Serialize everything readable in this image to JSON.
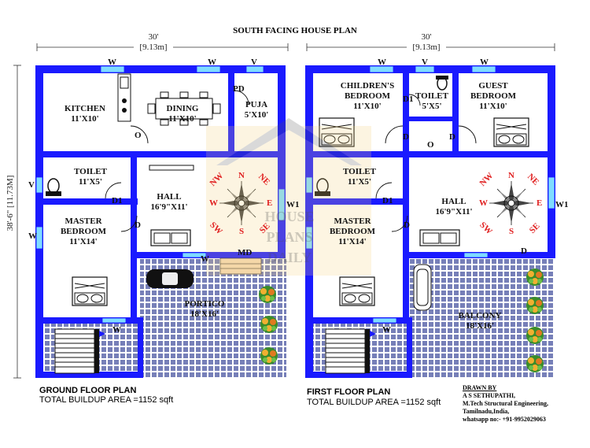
{
  "title": "SOUTH FACING HOUSE PLAN",
  "dims": {
    "width_ft": "30'",
    "width_m": "[9.13m]",
    "depth_ft": "38'-6\"",
    "depth_m": "[11.73M]"
  },
  "ground": {
    "name": "GROUND FLOOR PLAN",
    "area": "TOTAL BUILDUP AREA =1152 sqft",
    "rooms": {
      "kitchen": "KITCHEN",
      "kitchen_size": "11'X10'",
      "dining": "DINING",
      "dining_size": "11'X10'",
      "puja": "PUJA",
      "puja_size": "5'X10'",
      "toilet": "TOILET",
      "toilet_size": "11'X5'",
      "hall": "HALL",
      "hall_size": "16'9\"X11'",
      "master": "MASTER",
      "bedroom": "BEDROOM",
      "master_size": "11'X14'",
      "portico": "PORTICO",
      "portico_size": "18'X16'"
    }
  },
  "first": {
    "name": "FIRST FLOOR PLAN",
    "area": "TOTAL BUILDUP AREA =1152 sqft",
    "rooms": {
      "children": "CHILDREN'S",
      "children_bedroom": "BEDROOM",
      "children_size": "11'X10'",
      "toilet_small": "TOILET",
      "toilet_small_size": "5'X5'",
      "guest": "GUEST",
      "guest_bedroom": "BEDROOM",
      "guest_size": "11'X10'",
      "toilet": "TOILET",
      "toilet_size": "11'X5'",
      "hall": "HALL",
      "hall_size": "16'9\"X11'",
      "master": "MASTER",
      "bedroom": "BEDROOM",
      "master_size": "11'X14'",
      "balcony": "BALCONY",
      "balcony_size": "18'X16'"
    }
  },
  "labels": {
    "w": "W",
    "v": "V",
    "pd": "PD",
    "o": "O",
    "d": "D",
    "d1": "D1",
    "w1": "W1",
    "md": "MD"
  },
  "compass": {
    "n": "N",
    "s": "S",
    "e": "E",
    "w": "W",
    "ne": "NE",
    "nw": "NW",
    "se": "SE",
    "sw": "SW"
  },
  "watermark": {
    "line1": "HOUSE",
    "line2": "PLANS",
    "line3": "DAILY"
  },
  "credit": {
    "line1": "DRAWN BY",
    "line2": "A S SETHUPATHI,",
    "line3": "M.Tech Structural Engineering,",
    "line4": "Tamilnadu,India,",
    "line5": "whatsapp no:- +91-9952029063"
  },
  "colors": {
    "wall": "#1a1aff",
    "window": "#7fdcff",
    "tile": "#1c2a88",
    "compass_text": "#e02020"
  }
}
